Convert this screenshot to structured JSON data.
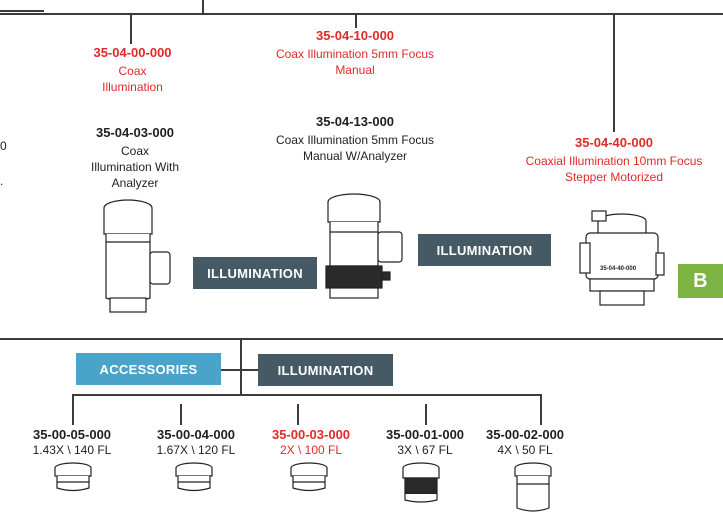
{
  "colors": {
    "red": "#e02a2a",
    "dark_tag": "#455a64",
    "blue_tag": "#4aa3c9",
    "green_tag": "#7cb342",
    "line": "#3b3b3b"
  },
  "products": {
    "coax": {
      "code": "35-04-00-000",
      "desc1": "Coax",
      "desc2": "Illumination"
    },
    "coax_5mm_manual": {
      "code": "35-04-10-000",
      "desc1": "Coax Illumination 5mm Focus",
      "desc2": "Manual"
    },
    "coax_analyzer": {
      "code": "35-04-03-000",
      "desc1": "Coax",
      "desc2": "Illumination With",
      "desc3": "Analyzer"
    },
    "coax_5mm_analyzer": {
      "code": "35-04-13-000",
      "desc1": "Coax Illumination 5mm Focus",
      "desc2": "Manual W/Analyzer"
    },
    "coaxial_10mm_stepper": {
      "code": "35-04-40-000",
      "desc1": "Coaxial Illumination 10mm Focus",
      "desc2": "Stepper Motorized",
      "body_label": "35-04-40-000"
    }
  },
  "tags": {
    "illumination": "ILLUMINATION",
    "accessories": "ACCESSORIES",
    "b": "B"
  },
  "lenses": [
    {
      "code": "35-00-05-000",
      "spec": "1.43X \\ 140 FL"
    },
    {
      "code": "35-00-04-000",
      "spec": "1.67X \\ 120 FL"
    },
    {
      "code": "35-00-03-000",
      "spec": "2X \\ 100 FL"
    },
    {
      "code": "35-00-01-000",
      "spec": "3X \\ 67 FL"
    },
    {
      "code": "35-00-02-000",
      "spec": "4X \\ 50 FL"
    }
  ],
  "edge_fragments": {
    "a": "0",
    "b": "."
  }
}
